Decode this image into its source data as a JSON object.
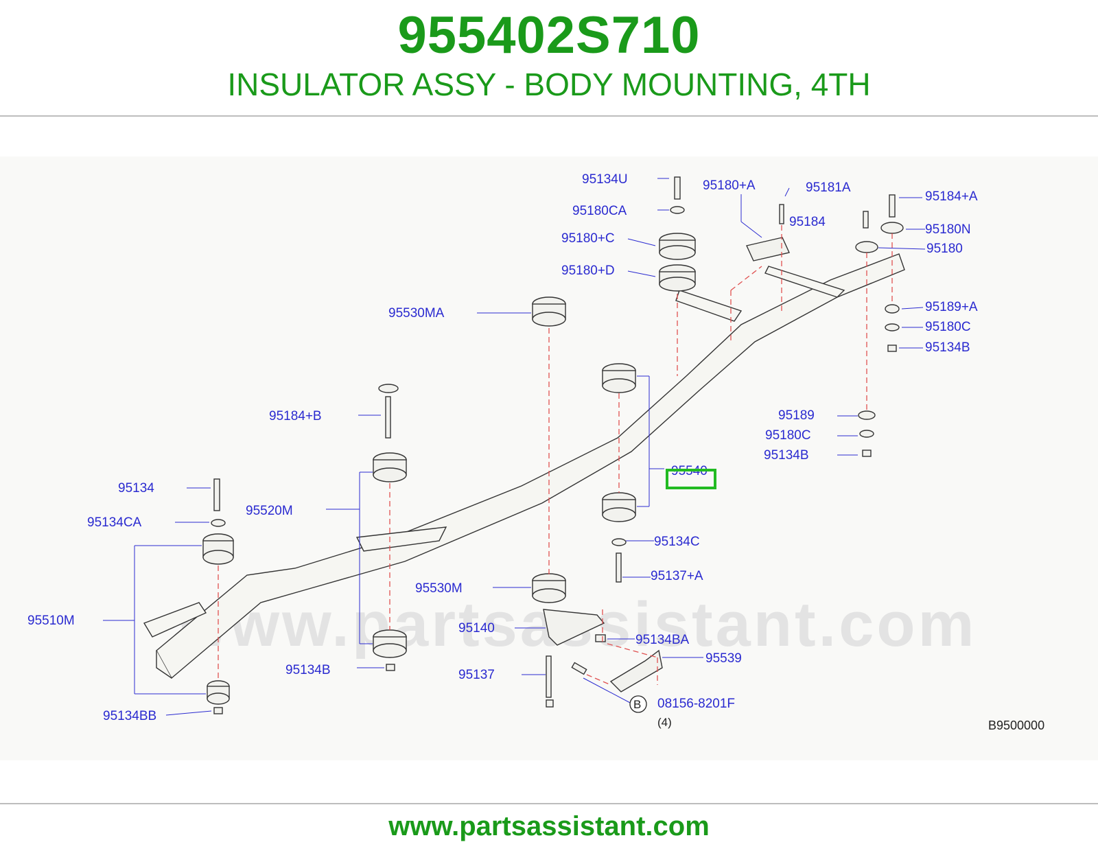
{
  "header": {
    "part_number": "955402S710",
    "part_name": "INSULATOR ASSY - BODY MOUNTING, 4TH"
  },
  "diagram": {
    "watermark": "www.partsassistant.com",
    "labels": {
      "l95134U": "95134U",
      "l95180CA": "95180CA",
      "l95180pC": "95180+C",
      "l95180pD": "95180+D",
      "l95180pA": "95180+A",
      "l95181A": "95181A",
      "l95184": "95184",
      "l95184pA": "95184+A",
      "l95180N": "95180N",
      "l95180": "95180",
      "l95189pA": "95189+A",
      "l95180C_top": "95180C",
      "l95134B_top": "95134B",
      "l95530MA": "95530MA",
      "l95184pB": "95184+B",
      "l95189": "95189",
      "l95180C_mid": "95180C",
      "l95134B_mid": "95134B",
      "l95540": "95540",
      "l95134": "95134",
      "l95520M": "95520M",
      "l95134CA": "95134CA",
      "l95134C": "95134C",
      "l95137pA": "95137+A",
      "l95530M": "95530M",
      "l95510M": "95510M",
      "l95140": "95140",
      "l95134BA": "95134BA",
      "l95539": "95539",
      "l95134B_low": "95134B",
      "l95137": "95137",
      "l08156": "08156-8201F",
      "lB": "B",
      "l4": "(4)",
      "l95134BB": "95134BB",
      "diagram_code": "B9500000"
    },
    "highlighted_part": "95540",
    "highlight_color": "#22bb22",
    "label_color": "#2a2ad0"
  },
  "footer": {
    "url": "www.partsassistant.com"
  }
}
